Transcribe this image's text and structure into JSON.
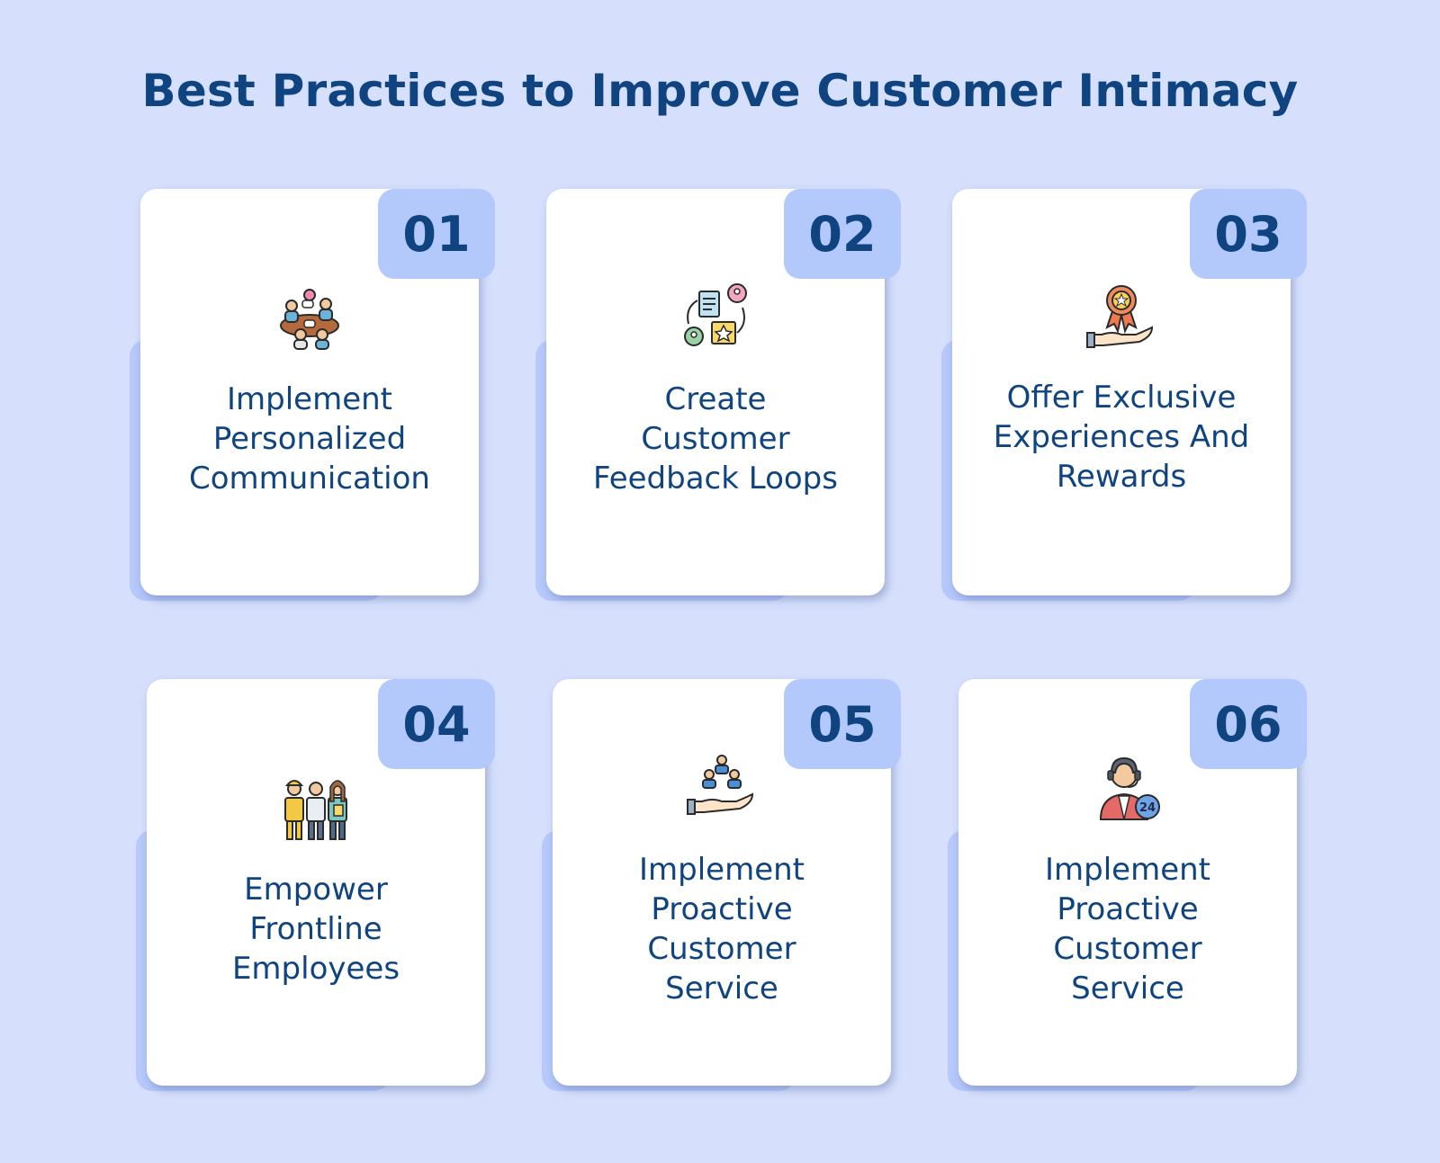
{
  "title": "Best Practices to Improve Customer Intimacy",
  "cards": [
    {
      "number": "01",
      "icon": "team-meeting-icon",
      "lines": [
        "Implement",
        "Personalized",
        "Communication"
      ]
    },
    {
      "number": "02",
      "icon": "feedback-loop-icon",
      "lines": [
        "Create",
        "Customer",
        "Feedback Loops"
      ]
    },
    {
      "number": "03",
      "icon": "award-hand-icon",
      "lines": [
        "Offer Exclusive",
        "Experiences And",
        "Rewards"
      ]
    },
    {
      "number": "04",
      "icon": "frontline-employees-icon",
      "lines": [
        "Empower",
        "Frontline",
        "Employees"
      ]
    },
    {
      "number": "05",
      "icon": "hand-people-icon",
      "lines": [
        "Implement",
        "Proactive",
        "Customer",
        "Service"
      ]
    },
    {
      "number": "06",
      "icon": "support-agent-24-icon",
      "lines": [
        "Implement",
        "Proactive",
        "Customer",
        "Service"
      ]
    }
  ],
  "colors": {
    "background": "#d6e0fd",
    "accent": "#b3c8fb",
    "text": "#0f4480"
  },
  "badge_24": "24"
}
